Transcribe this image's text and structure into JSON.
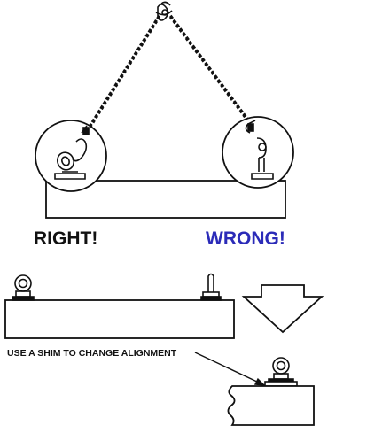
{
  "labels": {
    "right": "RIGHT!",
    "wrong": "WRONG!",
    "shim_note": "USE A SHIM TO CHANGE ALIGNMENT"
  },
  "colors": {
    "ink": "#111111",
    "wrong": "#2b2bb8"
  },
  "icons": {
    "top_hook": "crane-hook-icon",
    "left_eye": "eyebolt-icon",
    "right_eye": "eyebolt-icon",
    "arrow": "down-arrow-icon"
  }
}
